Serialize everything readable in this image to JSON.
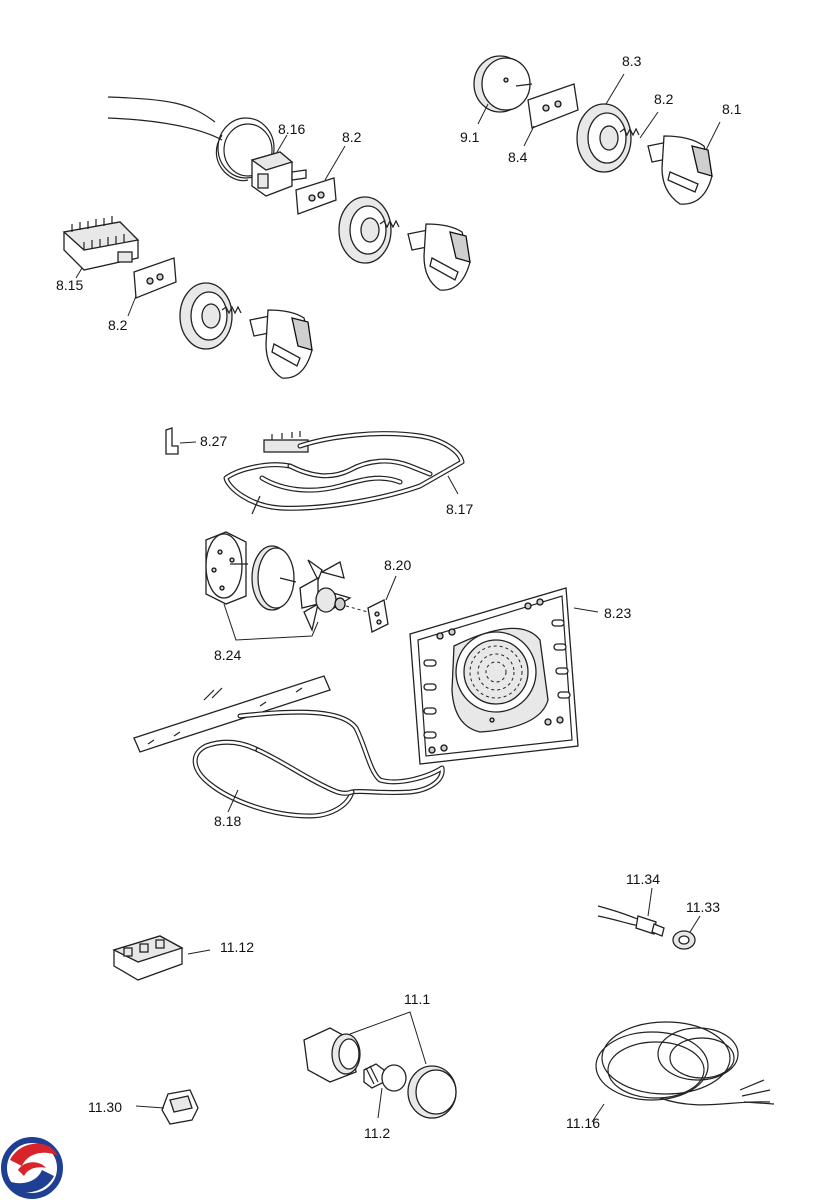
{
  "labels": {
    "l_8_16": "8.16",
    "l_8_2_a": "8.2",
    "l_8_3": "8.3",
    "l_8_2_b": "8.2",
    "l_8_1": "8.1",
    "l_9_1": "9.1",
    "l_8_4": "8.4",
    "l_8_15": "8.15",
    "l_8_2_c": "8.2",
    "l_8_27": "8.27",
    "l_8_17": "8.17",
    "l_8_20": "8.20",
    "l_8_23": "8.23",
    "l_8_24": "8.24",
    "l_8_18": "8.18",
    "l_11_34": "11.34",
    "l_11_33": "11.33",
    "l_11_12": "11.12",
    "l_11_1": "11.1",
    "l_11_30": "11.30",
    "l_11_2": "11.2",
    "l_11_16": "11.16"
  },
  "logo": {
    "colors": {
      "red": "#d8232a",
      "blue": "#1f3f95"
    }
  }
}
